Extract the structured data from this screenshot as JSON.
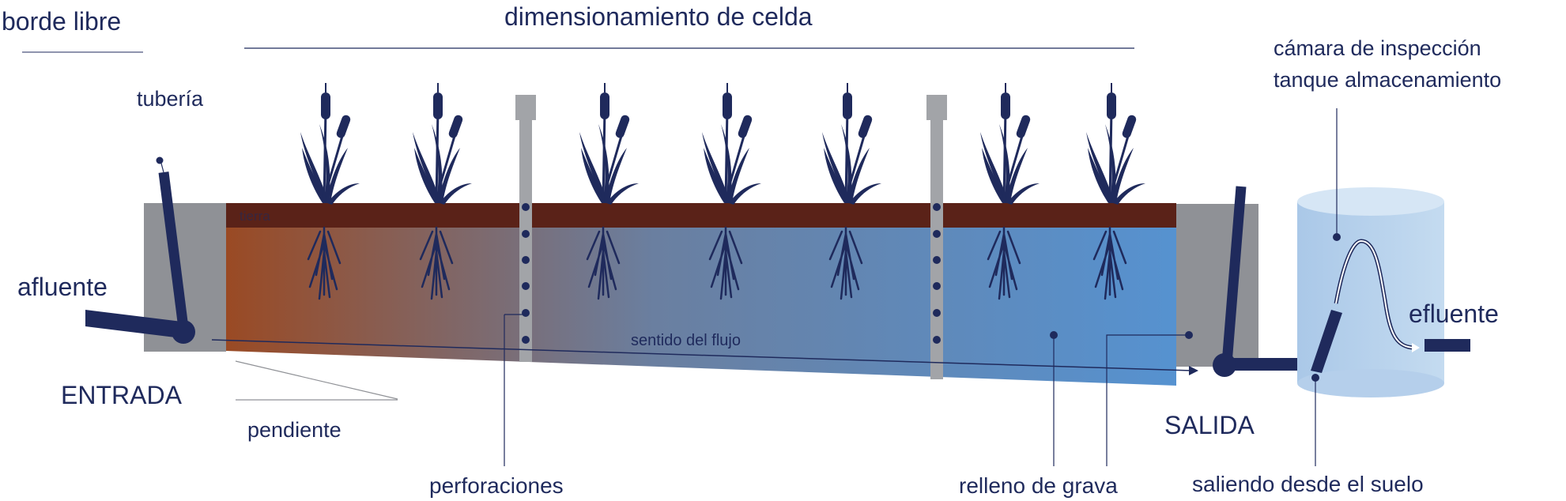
{
  "labels": {
    "free_board": "borde libre",
    "cell_sizing": "dimensionamiento de celda",
    "pipe": "tubería",
    "influent": "afluente",
    "inlet": "ENTRADA",
    "slope": "pendiente",
    "soil": "tierra",
    "flow_direction": "sentido del flujo",
    "perforations": "perforaciones",
    "gravel_fill": "relleno de grava",
    "outlet": "SALIDA",
    "coming_from_bottom": "saliendo desde el suelo",
    "inspection_chamber_line1": "cámara de inspección",
    "inspection_chamber_line2": "tanque almacenamiento",
    "effluent": "efluente"
  },
  "colors": {
    "navy": "#1f2a5c",
    "soil": "#5a2218",
    "gravel_start": "#9a4a24",
    "gravel_mid": "#6a7fa0",
    "gravel_end": "#5692d0",
    "concrete": "#8f9196",
    "tank": "#b7d2ec"
  }
}
